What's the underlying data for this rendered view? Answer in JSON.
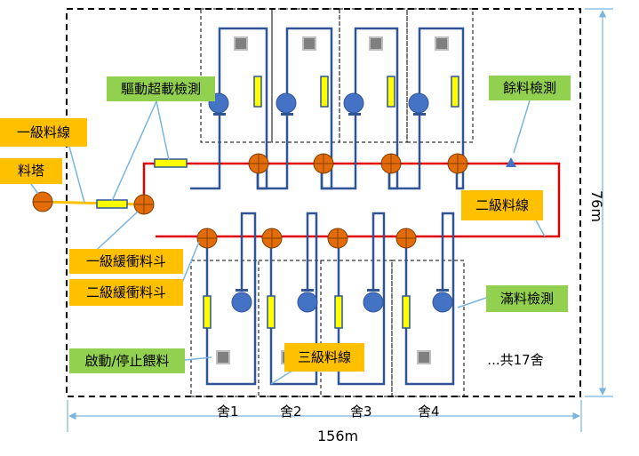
{
  "labels": {
    "drive_overload": "驅動超載檢測",
    "level1_line": "一級料線",
    "tower": "料塔",
    "residual_detect": "餘料檢測",
    "level2_line": "二級料線",
    "level1_buffer": "一級緩衝料斗",
    "level2_buffer": "二級緩衝料斗",
    "full_detect": "滿料檢測",
    "start_stop": "啟動/停止餵料",
    "level3_line": "三級料線",
    "total_houses": "...共17舍"
  },
  "houses": [
    "舍1",
    "舍2",
    "舍3",
    "舍4"
  ],
  "dimensions": {
    "width": "156m",
    "height": "76m"
  },
  "colors": {
    "level1_line": "#ffc000",
    "level2_loop": "#e00000",
    "pipe": "#2f5597",
    "hopper": "#e36c09",
    "motor": "#4472c4",
    "sensor": "#ffff00",
    "dimension": "#7ab4e0",
    "green_label": "#92d050",
    "orange_label": "#ffc000"
  }
}
